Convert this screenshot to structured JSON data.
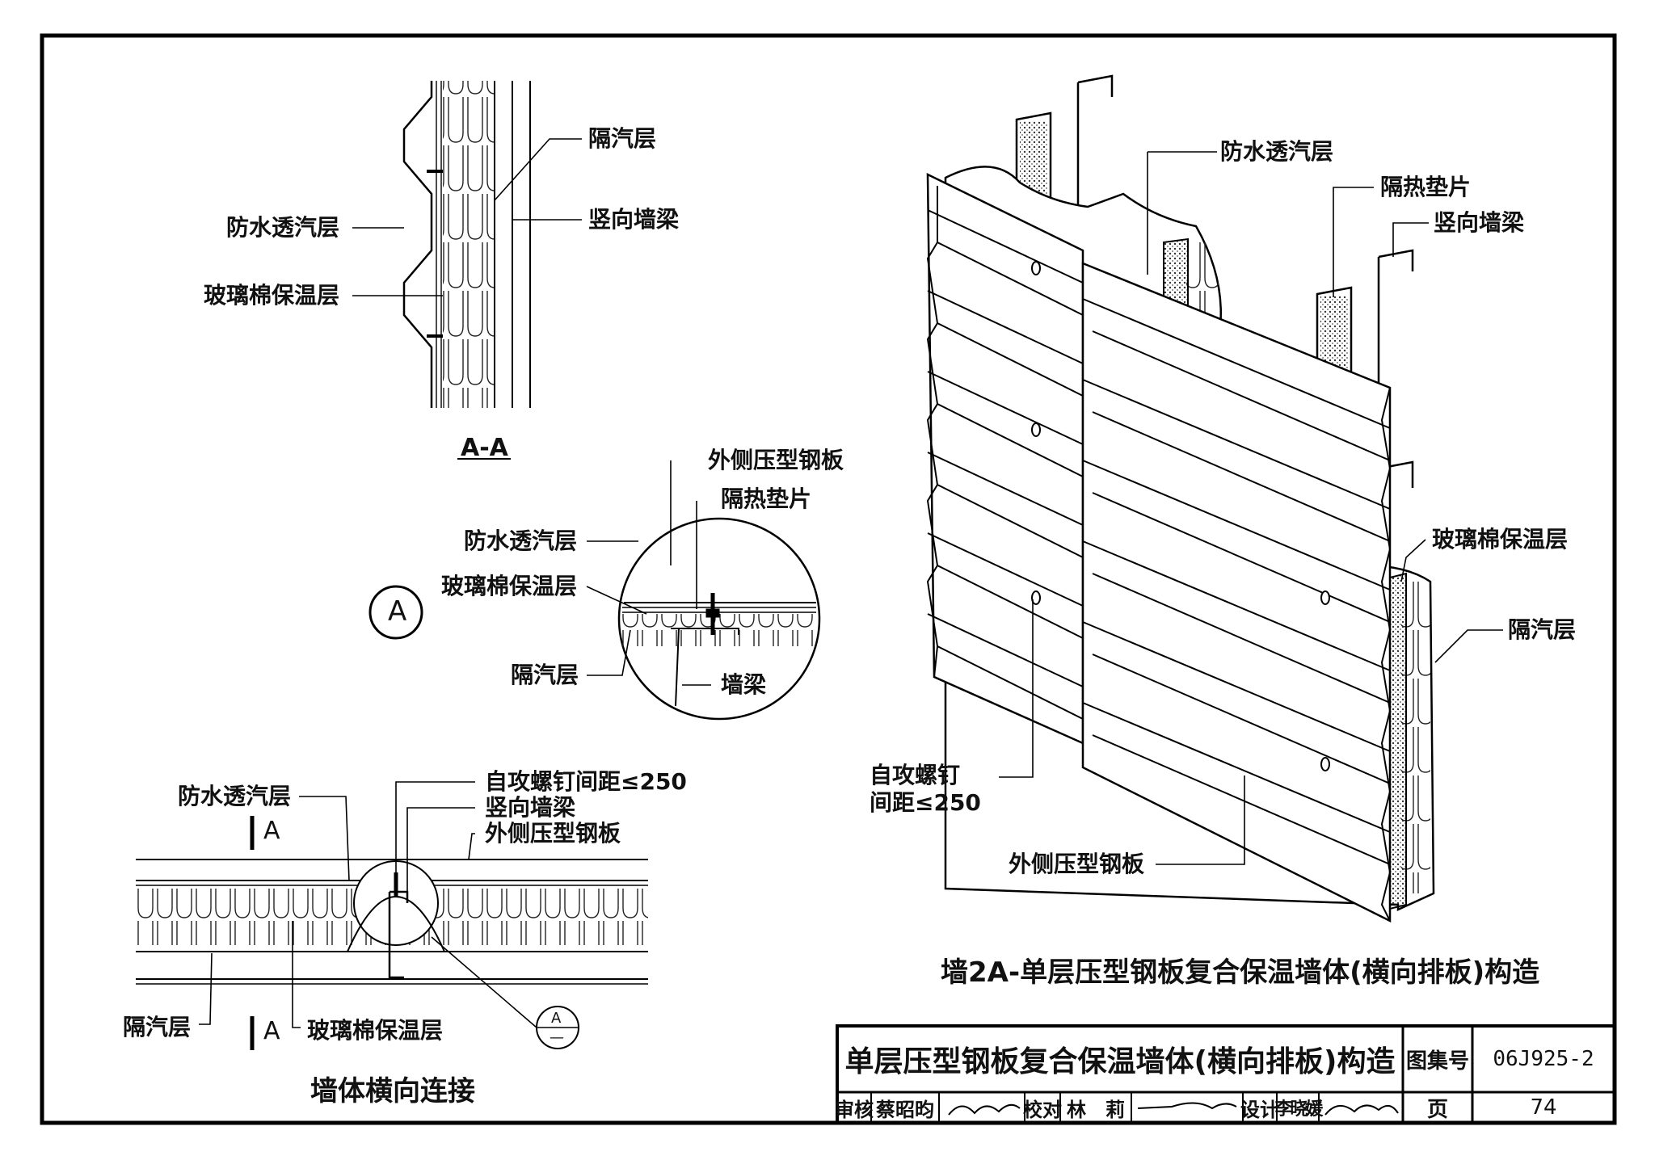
{
  "section_aa": {
    "labels": {
      "vapor_barrier": "隔汽层",
      "waterproof": "防水透汽层",
      "vertical_beam": "竖向墙梁",
      "glasswool": "玻璃棉保温层"
    },
    "caption": "A-A"
  },
  "detail_a": {
    "symbol": "A",
    "labels": {
      "outer_steel": "外侧压型钢板",
      "thermal_pad": "隔热垫片",
      "waterproof": "防水透汽层",
      "glasswool": "玻璃棉保温层",
      "vapor_barrier": "隔汽层",
      "wall_beam": "墙梁"
    }
  },
  "horizontal_joint": {
    "labels": {
      "waterproof": "防水透汽层",
      "screw_spacing": "自攻螺钉间距≤250",
      "vertical_beam": "竖向墙梁",
      "outer_steel": "外侧压型钢板",
      "vapor_barrier": "隔汽层",
      "glasswool": "玻璃棉保温层"
    },
    "cut_marks": [
      "A",
      "A"
    ],
    "ref_symbol_top": "A",
    "ref_symbol_bottom": "—",
    "caption": "墙体横向连接"
  },
  "isometric": {
    "labels": {
      "waterproof": "防水透汽层",
      "thermal_pad": "隔热垫片",
      "vertical_beam": "竖向墙梁",
      "glasswool": "玻璃棉保温层",
      "vapor_barrier": "隔汽层",
      "screw_line1": "自攻螺钉",
      "screw_line2": "间距≤250",
      "outer_steel": "外侧压型钢板"
    },
    "caption": "墙2A-单层压型钢板复合保温墙体(横向排板)构造"
  },
  "title_block": {
    "title": "单层压型钢板复合保温墙体(横向排板)构造",
    "atlas_label": "图集号",
    "atlas_no": "06J925-2",
    "review_label": "审核",
    "reviewer": "蔡昭昀",
    "check_label": "校对",
    "checker": "林　莉",
    "design_label": "设计",
    "designer": "李晓媛",
    "page_label": "页",
    "page_no": "74"
  }
}
